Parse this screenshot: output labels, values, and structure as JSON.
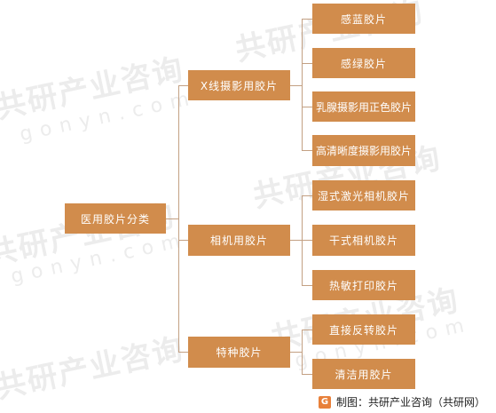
{
  "diagram": {
    "root": "医用胶片分类",
    "groups": [
      {
        "label": "X线摄影用胶片",
        "children": [
          "感蓝胶片",
          "感绿胶片",
          "乳腺摄影用正色胶片",
          "高清晰度摄影用胶片"
        ]
      },
      {
        "label": "相机用胶片",
        "children": [
          "湿式激光相机胶片",
          "干式相机胶片",
          "热敏打印胶片"
        ]
      },
      {
        "label": "特种胶片",
        "children": [
          "直接反转胶片",
          "清洁用胶片"
        ]
      }
    ],
    "colors": {
      "box_fill": "#d18c4c",
      "box_text": "#ffffff",
      "connector": "#c3a083"
    }
  },
  "watermark": {
    "cn": "共研产业咨询",
    "en": "gonyn.com"
  },
  "footer": {
    "logo_icon": "G",
    "source_text": "制图：共研产业咨询（共研网）"
  }
}
